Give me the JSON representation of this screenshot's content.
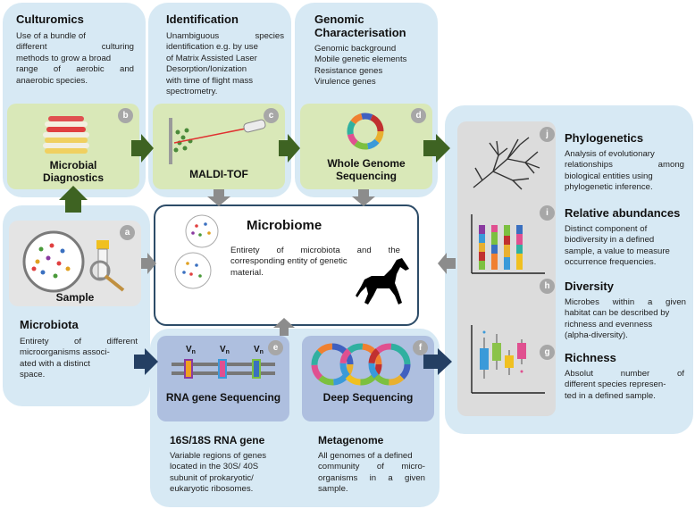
{
  "colors": {
    "panel_blue": "#d7e9f4",
    "panel_green": "#d9e8b8",
    "arrow_green": "#3e6322",
    "arrow_navy": "#243f63",
    "arrow_grey": "#8c8c8c",
    "box_border": "#2d4c68"
  },
  "culturomics": {
    "title": "Culturomics",
    "lines": [
      "Use of a bundle of",
      "different culturing",
      "methods to grow a broad",
      "range of aerobic and",
      "anaerobic species."
    ]
  },
  "identification": {
    "title": "Identification",
    "lines": [
      "Unambiguous species",
      "identification e.g. by use",
      "of Matrix Assisted Laser",
      "Desorption/Ionization",
      "with time of flight mass",
      "spectrometry."
    ]
  },
  "genomic": {
    "title_line1": "Genomic",
    "title_line2": "Characterisation",
    "lines": [
      "Genomic background",
      "Mobile genetic elements",
      "Resistance genes",
      "Virulence genes"
    ]
  },
  "microbial": {
    "label_line1": "Microbial",
    "label_line2": "Diagnostics",
    "badge": "b"
  },
  "maldi": {
    "label": "MALDI-TOF",
    "badge": "c"
  },
  "wgs": {
    "label_line1": "Whole Genome",
    "label_line2": "Sequencing",
    "badge": "d"
  },
  "sample": {
    "label": "Sample",
    "badge": "a"
  },
  "microbiota": {
    "title": "Microbiota",
    "lines": [
      "Entirety of different",
      "microorganisms associ-",
      "ated with a distinct",
      "space."
    ]
  },
  "microbiome": {
    "title": "Microbiome",
    "lines": [
      "Entirety of microbiota and the",
      "corresponding entity of genetic",
      "material."
    ]
  },
  "rna": {
    "label": "RNA gene Sequencing",
    "badge": "e",
    "vn": "V",
    "sub": "n"
  },
  "deep": {
    "label": "Deep Sequencing",
    "badge": "f"
  },
  "rna_gene": {
    "title": "16S/18S RNA gene",
    "lines": [
      "Variable regions of genes",
      "located in the 30S/ 40S",
      "subunit of prokaryotic/",
      "eukaryotic ribosomes."
    ]
  },
  "metagenome": {
    "title": "Metagenome",
    "lines": [
      "All genomes of a defined",
      "community of micro-",
      "organisms in a given",
      "sample."
    ]
  },
  "phylogenetics": {
    "title": "Phylogenetics",
    "badge": "j",
    "lines": [
      "Analysis of evolutionary",
      "relationships among",
      "biological entities using",
      "phylogenetic inference."
    ]
  },
  "relative": {
    "title": "Relative abundances",
    "badge": "i",
    "lines": [
      "Distinct component of",
      "biodiversity in a defined",
      "sample, a value to measure",
      "occurrence frequencies."
    ]
  },
  "diversity": {
    "title": "Diversity",
    "badge": "h",
    "lines": [
      "Microbes within a given",
      "habitat can be described by",
      "richness and evenness",
      "(alpha-diversity)."
    ]
  },
  "richness": {
    "title": "Richness",
    "badge": "g",
    "lines": [
      "Absolut number of",
      "different species represen-",
      "ted in a defined sample."
    ]
  }
}
